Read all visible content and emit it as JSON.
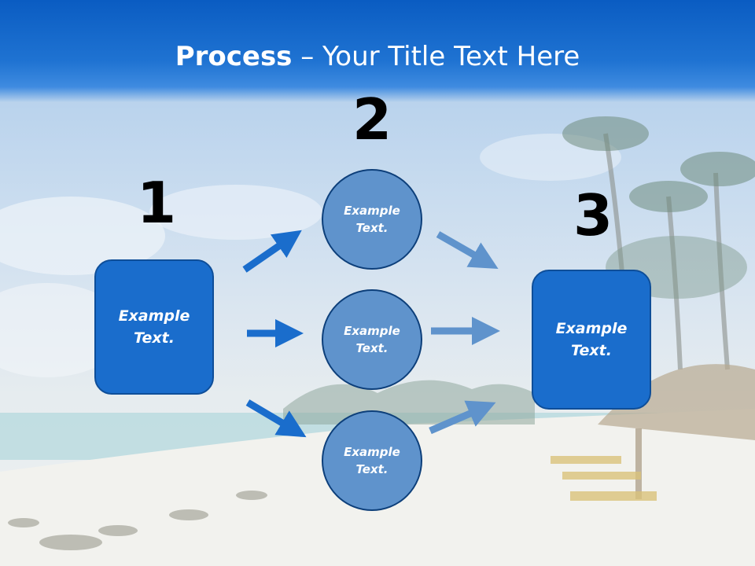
{
  "title": {
    "bold": "Process",
    "rest": " – Your Title Text Here"
  },
  "steps": {
    "num1": "1",
    "num2": "2",
    "num3": "3"
  },
  "nodes": {
    "left_box": "Example\nText.",
    "circle_top": "Example\nText.",
    "circle_middle": "Example\nText.",
    "circle_bottom": "Example\nText.",
    "right_box": "Example\nText."
  },
  "colors": {
    "header": "#1a6dcc",
    "box": "#1a6dcc",
    "circle": "#5f93cc",
    "arrow_dark": "#1a6dcc",
    "arrow_light": "#5f93cc"
  }
}
